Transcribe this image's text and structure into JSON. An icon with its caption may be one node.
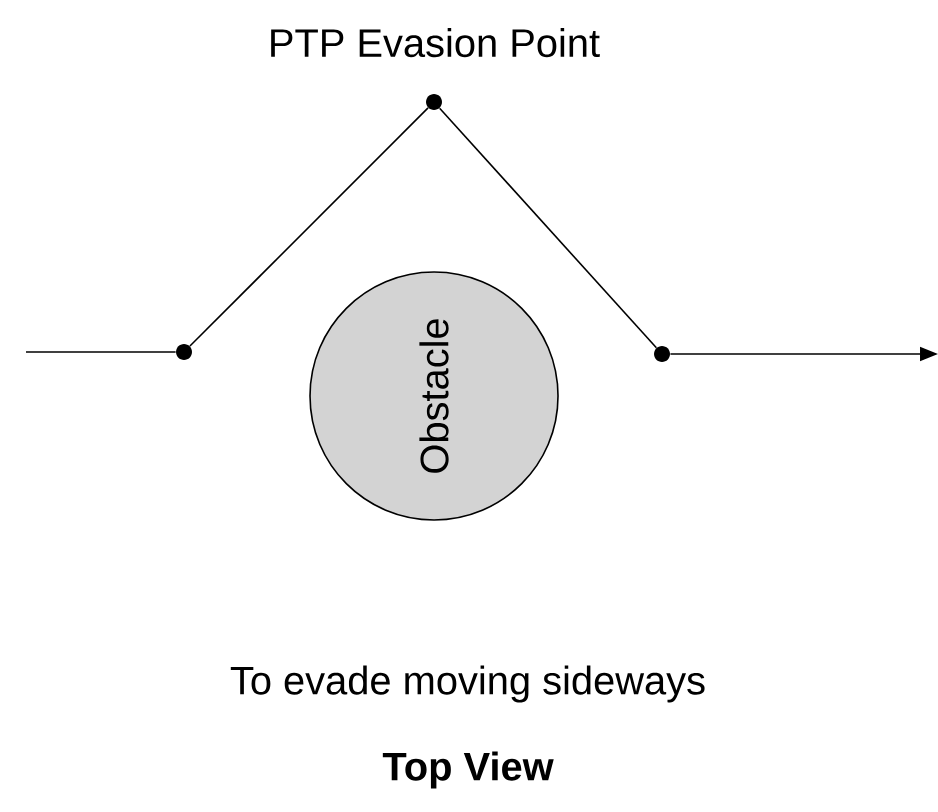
{
  "diagram": {
    "title": "Top View",
    "caption": "To evade moving sideways",
    "nodes": [
      {
        "text": [],
        "shape": "circle"
      },
      {
        "text": [
          "PTP Evasion Point"
        ]
      },
      {
        "text": [],
        "shape": "circle"
      },
      {
        "text": [
          "Obstacle"
        ]
      }
    ],
    "edges": [
      {
        "from": null,
        "to": 0,
        "arrow": "none"
      },
      {
        "from": 0,
        "to": 1,
        "arrow": "none"
      },
      {
        "from": 1,
        "to": 2,
        "arrow": "none"
      },
      {
        "from": 2,
        "to": null,
        "arrow": "to"
      }
    ]
  }
}
